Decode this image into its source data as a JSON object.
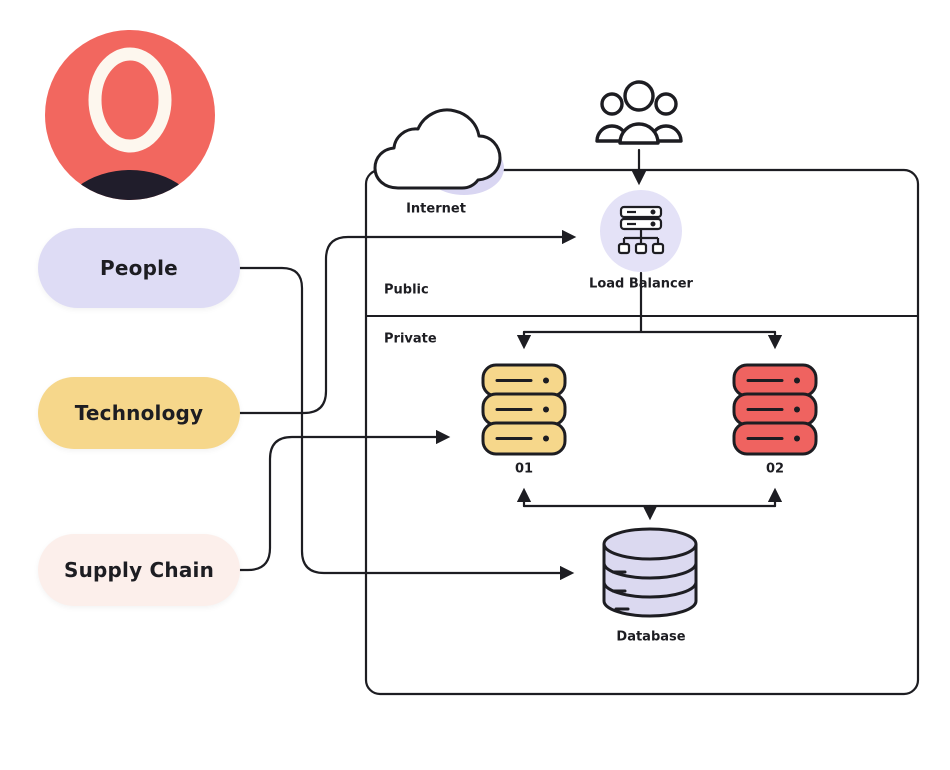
{
  "palette": {
    "coral": "#f2675f",
    "lavender": "#dedcf5",
    "lavender_soft": "#e4e2f7",
    "yellow": "#f6d78b",
    "blush": "#fcefeb",
    "server_red": "#ef6360",
    "ink": "#1d1d22"
  },
  "legend": {
    "items": [
      {
        "label": "People",
        "color": "#dedcf5"
      },
      {
        "label": "Technology",
        "color": "#f6d78b"
      },
      {
        "label": "Supply Chain",
        "color": "#fcefeb"
      }
    ]
  },
  "diagram": {
    "internet_label": "Internet",
    "public_label": "Public",
    "private_label": "Private",
    "load_balancer_label": "Load Balancer",
    "server_stack_1_label": "01",
    "server_stack_2_label": "02",
    "database_label": "Database"
  }
}
